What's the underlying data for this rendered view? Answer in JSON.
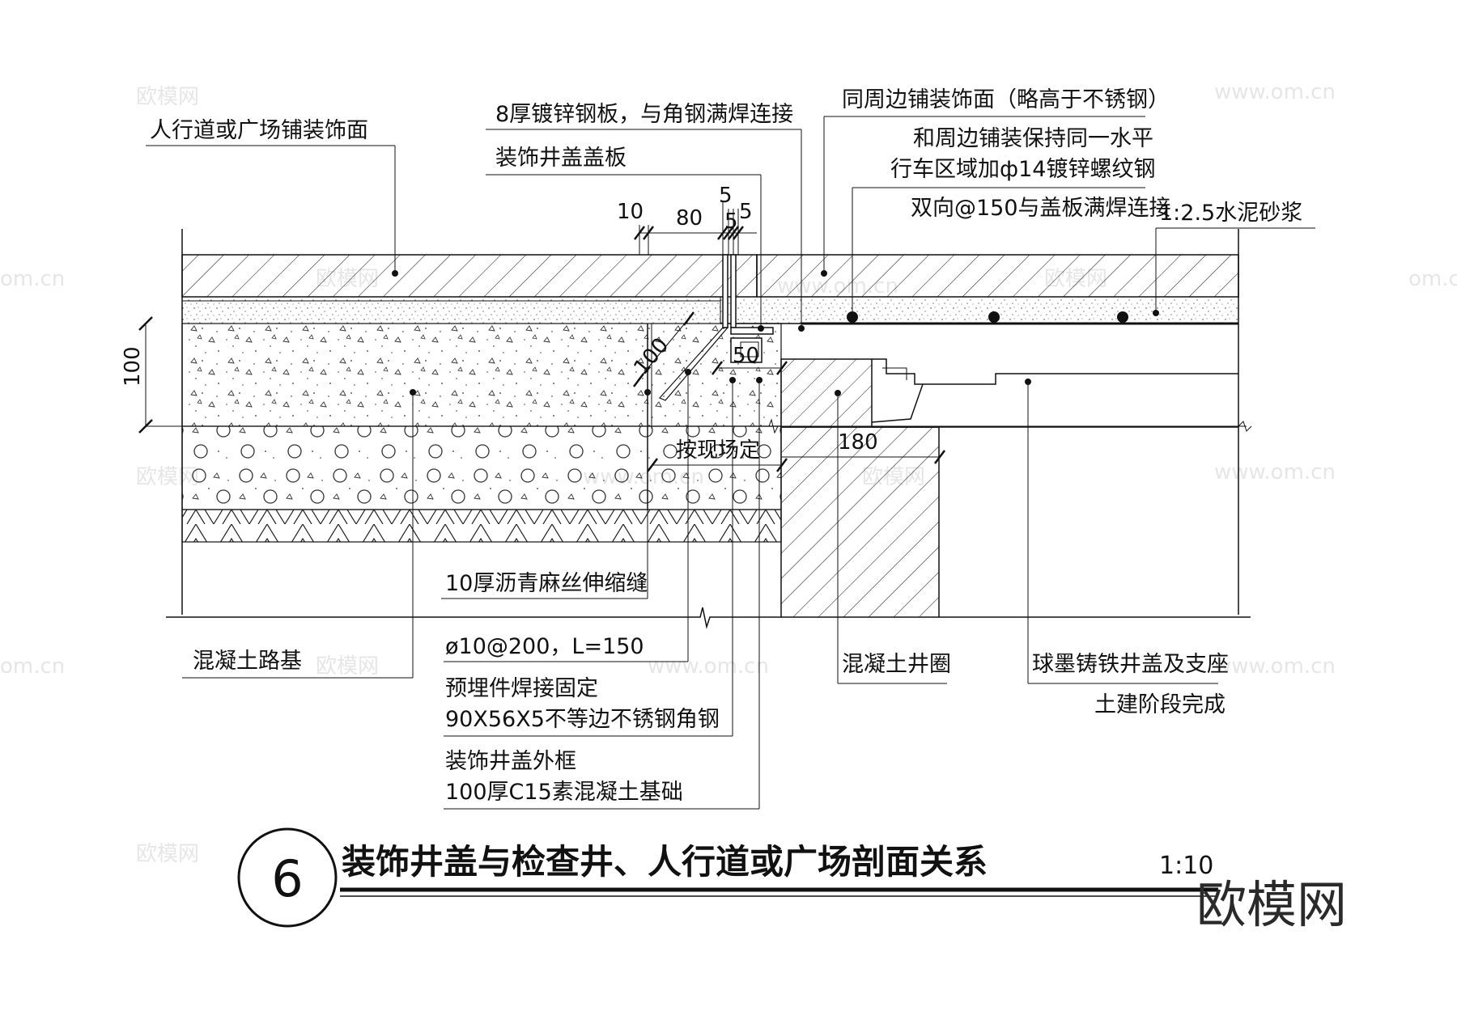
{
  "labels": {
    "paving_surface": "人行道或广场铺装饰面",
    "galvanized_plate": "8厚镀锌钢板，与角钢满焊连接",
    "cover_plate": "装饰井盖盖板",
    "surround_paving": "同周边铺装饰面（略高于不锈钢）",
    "same_level": "和周边铺装保持同一水平",
    "rebar": "行车区域加ф14镀锌螺纹钢",
    "weld": "双向@150与盖板满焊连接",
    "mortar": "1:2.5水泥砂浆",
    "joint": "10厚沥青麻丝伸缩缝",
    "roadbed": "混凝土路基",
    "anchor": "ø10@200，L=150",
    "embed": "预埋件焊接固定",
    "angle_steel": "90X56X5不等边不锈钢角钢",
    "outer_frame": "装饰井盖外框",
    "foundation": "100厚C15素混凝土基础",
    "well_ring": "混凝土井圈",
    "iron_cover": "球墨铸铁井盖及支座",
    "civil": "土建阶段完成"
  },
  "dims": {
    "d10": "10",
    "d80": "80",
    "d5a": "5",
    "d5b": "5",
    "d5c": "5",
    "d100": "100",
    "d100b": "100",
    "d50": "50",
    "d180": "180",
    "site": "按现场定"
  },
  "title": {
    "number": "6",
    "text": "装饰井盖与检查井、人行道或广场剖面关系",
    "scale": "1:10"
  },
  "watermarks": {
    "brand_cn": "欧模网",
    "url": "www.om.cn",
    "short": "om.cn"
  }
}
